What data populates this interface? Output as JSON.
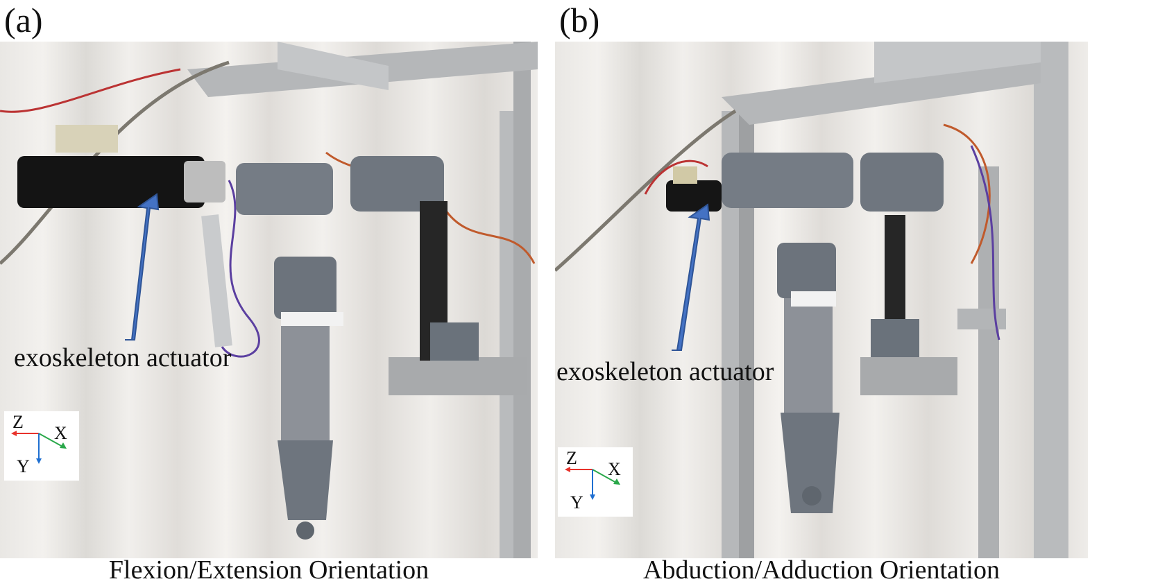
{
  "panels": [
    {
      "letter": "(a)",
      "annotation": "exoskeleton actuator",
      "caption": "Flexion/Extension Orientation",
      "axes": {
        "z": "Z",
        "x": "X",
        "y": "Y"
      }
    },
    {
      "letter": "(b)",
      "annotation": "exoskeleton actuator",
      "caption": "Abduction/Adduction Orientation",
      "axes": {
        "z": "Z",
        "x": "X",
        "y": "Y"
      }
    }
  ],
  "colors": {
    "arrow": "#4472c4",
    "axis_z": "#e8322b",
    "axis_x": "#2aa84a",
    "axis_y": "#1f6fd1",
    "frame": "#b7b9bb",
    "printed_part": "#707780",
    "bracket": "#2a2a2a",
    "backdrop": "#ececea"
  }
}
